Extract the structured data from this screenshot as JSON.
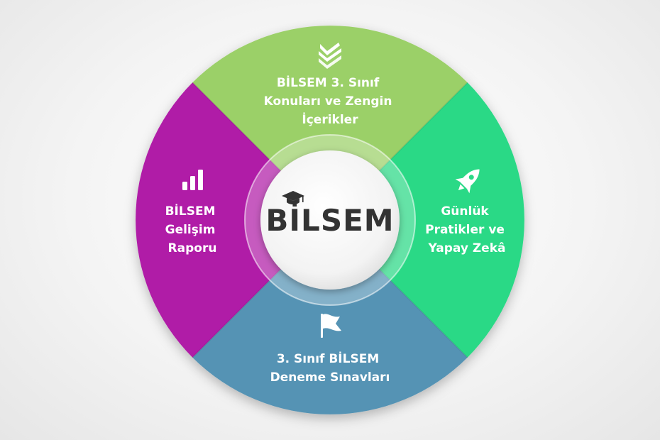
{
  "logo": {
    "text": "BİLSEM"
  },
  "segments": [
    {
      "id": "top",
      "lines": [
        "BİLSEM 3. Sınıf",
        "Konuları ve Zengin",
        "İçerikler"
      ],
      "color": "#9bd067",
      "icon": "layers-check-icon"
    },
    {
      "id": "right",
      "lines": [
        "Günlük",
        "Pratikler ve",
        "Yapay Zekâ"
      ],
      "color": "#2bd986",
      "icon": "rocket-icon"
    },
    {
      "id": "bottom",
      "lines": [
        "3. Sınıf BİLSEM",
        "Deneme Sınavları"
      ],
      "color": "#5493b4",
      "icon": "flag-icon"
    },
    {
      "id": "left",
      "lines": [
        "BİLSEM",
        "Gelişim",
        "Raporu"
      ],
      "color": "#b01aa7",
      "icon": "bar-chart-icon"
    }
  ]
}
